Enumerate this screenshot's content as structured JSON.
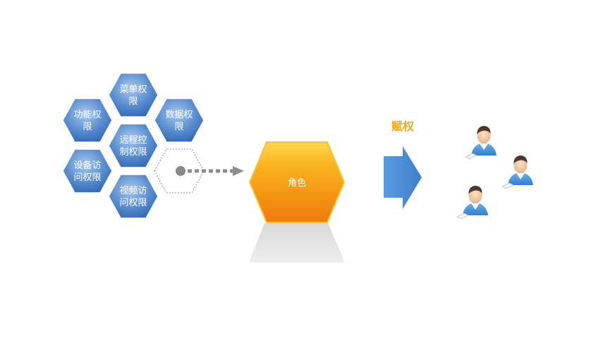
{
  "permissions": [
    {
      "line1": "功能权",
      "line2": "限"
    },
    {
      "line1": "菜单权",
      "line2": "限"
    },
    {
      "line1": "数据权",
      "line2": "限"
    },
    {
      "line1": "远程控",
      "line2": "制权限"
    },
    {
      "line1": "设备访",
      "line2": "问权限"
    },
    {
      "line1": "视频访",
      "line2": "问权限"
    }
  ],
  "role": {
    "label": "角色"
  },
  "assign": {
    "label": "赋权"
  },
  "users": [
    {
      "icon": "user-icon"
    },
    {
      "icon": "user-icon"
    },
    {
      "icon": "user-icon"
    }
  ],
  "colors": {
    "hex_blue": "#5b8fd0",
    "hex_blue_dark": "#2f66b3",
    "role_orange": "#f7a21b",
    "role_orange_dark": "#ee7d10",
    "arrow_blue": "#4f8ed6",
    "assign_text": "#f4a81c",
    "pedestal": "#e6e6e6"
  }
}
